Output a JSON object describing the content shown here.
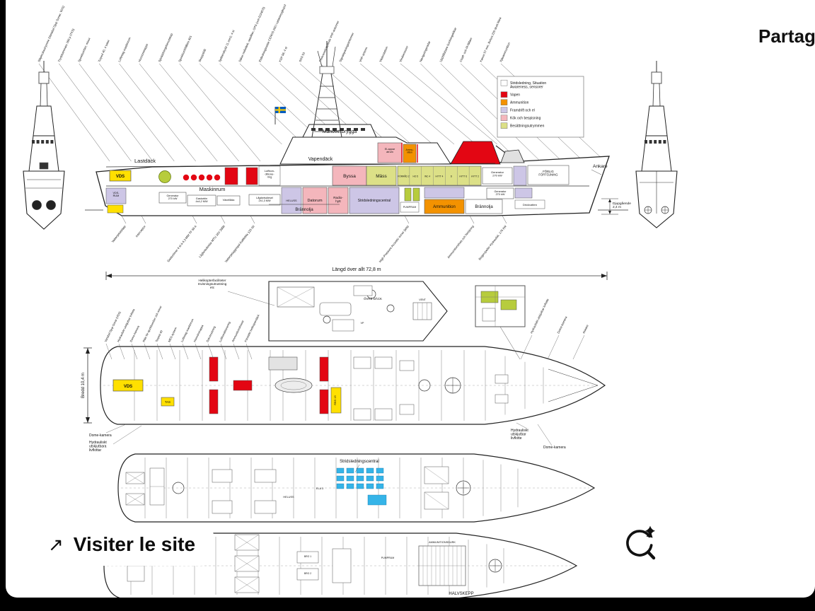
{
  "ui": {
    "share_label": "Partager",
    "visit_label": "Visiter le site"
  },
  "dimensions": {
    "length": "Längd över allt 72,8 m",
    "beam": "Bredd 10,4 m",
    "draft": "Djupgående 2,4 m"
  },
  "legend": {
    "items": [
      {
        "label": "Stridsledning, Situation Awareness, sensorer",
        "color": "#ffffff"
      },
      {
        "label": "Vapen",
        "color": "#e30613"
      },
      {
        "label": "Ammunition",
        "color": "#f39200"
      },
      {
        "label": "Framdrift och el",
        "color": "#cdc6e6"
      },
      {
        "label": "Kök och bespisning",
        "color": "#f4b6bc"
      },
      {
        "label": "Besättningsutrymmen",
        "color": "#dce087"
      }
    ]
  },
  "side_view": {
    "labels": {
      "manoverbrygga": "Manöverbrygga",
      "vapendack": "Vapendäck",
      "lastdack": "Lastdäck",
      "maskinrum": "Maskinrum",
      "byssa": "Byssa",
      "mass": "Mäss",
      "el_apparatrum": "El-apparatrum",
      "ammunition_small": "Ammu- nition",
      "datorum": "Datorum",
      "radiohytt": "Radio- hytt",
      "stridsledningscentral": "Stridsledningscentral",
      "ammunition": "Ammunition",
      "brannolja_mid": "Brännolja",
      "brannolja_aft": "Brännolja",
      "pumprum": "PUMPRUM",
      "drickvatten": "Drickvatten",
      "generator_1": "Generator 270 kW",
      "generator_2": "Generator 270 kW",
      "generator_3": "Generator 270 kW",
      "gasturbin": "Gasturbin 4x4,2 MW",
      "vaxellada": "Växellåda",
      "lagfartsdiesel": "Lågfartsdiesel 2x1,3 MW",
      "luftkonditionering": "Luftkon- ditione- ring",
      "heluss": "HELUSS",
      "vds": "VDS",
      "vds_rum": "VDS- RUM",
      "forlig_fortojning": "FÖRLIG FÖRTÖJNING",
      "ankare": "Ankare"
    },
    "crew_cells": [
      "FÖRRÅD 2",
      "HO 5",
      "WC 4",
      "HYTT 4",
      "D",
      "HYTT 6",
      "HYTT 2"
    ],
    "top_callouts": [
      "Släpkroksutrymme (Variabel Djup Sonar, VDS)",
      "Tryckkammare 360 p (TKS)",
      "Sjunkbomber, minor",
      "Torped 40, 4 tuber",
      "Luftintag maskinrum",
      "Honnörstrappa",
      "Sjöräddningsberedskap",
      "Sjunkbombfällare 601",
      "Skeppsbåt",
      "Splitterskydd 11 mm2, 4 st",
      "Säker radiolänk, satelliter, GPS (och EGNOS)",
      "Eldledningsradar CEROS 200 i radarsmygkupol",
      "KSP 58, 4 st",
      "SOS 53",
      "Frekvenshoppande VHF-antenner",
      "Signalspaningsantenner",
      "VHF-antenn",
      "Väderstation",
      "Vindsensorer",
      "Navigeringsradar",
      "Uppblåsbara bordningsbåtar",
      "Chaff- och IR-fällare",
      "Kanon 57 mm, Bofors 220 skott klara",
      "Pjäsammunition"
    ],
    "bottom_callouts": [
      "Vattenjetutsläpp",
      "Interceptor",
      "Gasturbiner 4 st à 4,3 MW TF 50 A",
      "Lågfartsdieslar MTU 16V 2000",
      "Vattenjetaggregat KaMeWa 125 SII",
      "High Pressure Acoustic sonar (jets)",
      "Ammunitionshiss och förtöjning",
      "Bogpropeller Hydraulisk, 175 kW"
    ]
  },
  "deck1": {
    "labels": {
      "vds": "VDS",
      "tas": "TAS",
      "rbs": "RBS 15",
      "ovre_dack": "ÖVRE DÄCK",
      "vent": "VENT",
      "vp": "VP",
      "helikopter": "Helikopterfaciliteter Invisningsutrustning etc",
      "dome_left": "Dome-kamera",
      "livflottar_left": "Hydrauliskt utskjutbara livflottar",
      "livflotte_right": "Hydrauliskt utskjutbar livflotte",
      "dome_right": "Dome-kamera"
    },
    "top_callouts": [
      "Variabel Djup Sonar (VDS)",
      "Hydrauliskt utskjutbar livflotte",
      "Dome-kamera",
      "Räls för sjunkbomber och minor",
      "Torped 40",
      "MES-system",
      "Luftintag maskinrum",
      "Honnörstrappa",
      "Dykutrustning",
      "Luftkonditionering",
      "Ammunitionshissar",
      "Förstärkt helikopterdäck"
    ],
    "right_callouts": [
      "Hydrauliskt utskjutbar livflotte",
      "Dome-kamera",
      "Ankare"
    ]
  },
  "deck2": {
    "labels": {
      "slc": "Stridsledningscentral",
      "ela3": "ELA 3",
      "heluss": "HELUSS"
    }
  },
  "deck3": {
    "labels": {
      "ammodurk": "AMMUNITIONSDURK",
      "pumprum": "PUMPRUM",
      "bro1": "BRO 1",
      "bro2": "BRO 2",
      "halvskepp": "HALVSKEPP"
    }
  }
}
